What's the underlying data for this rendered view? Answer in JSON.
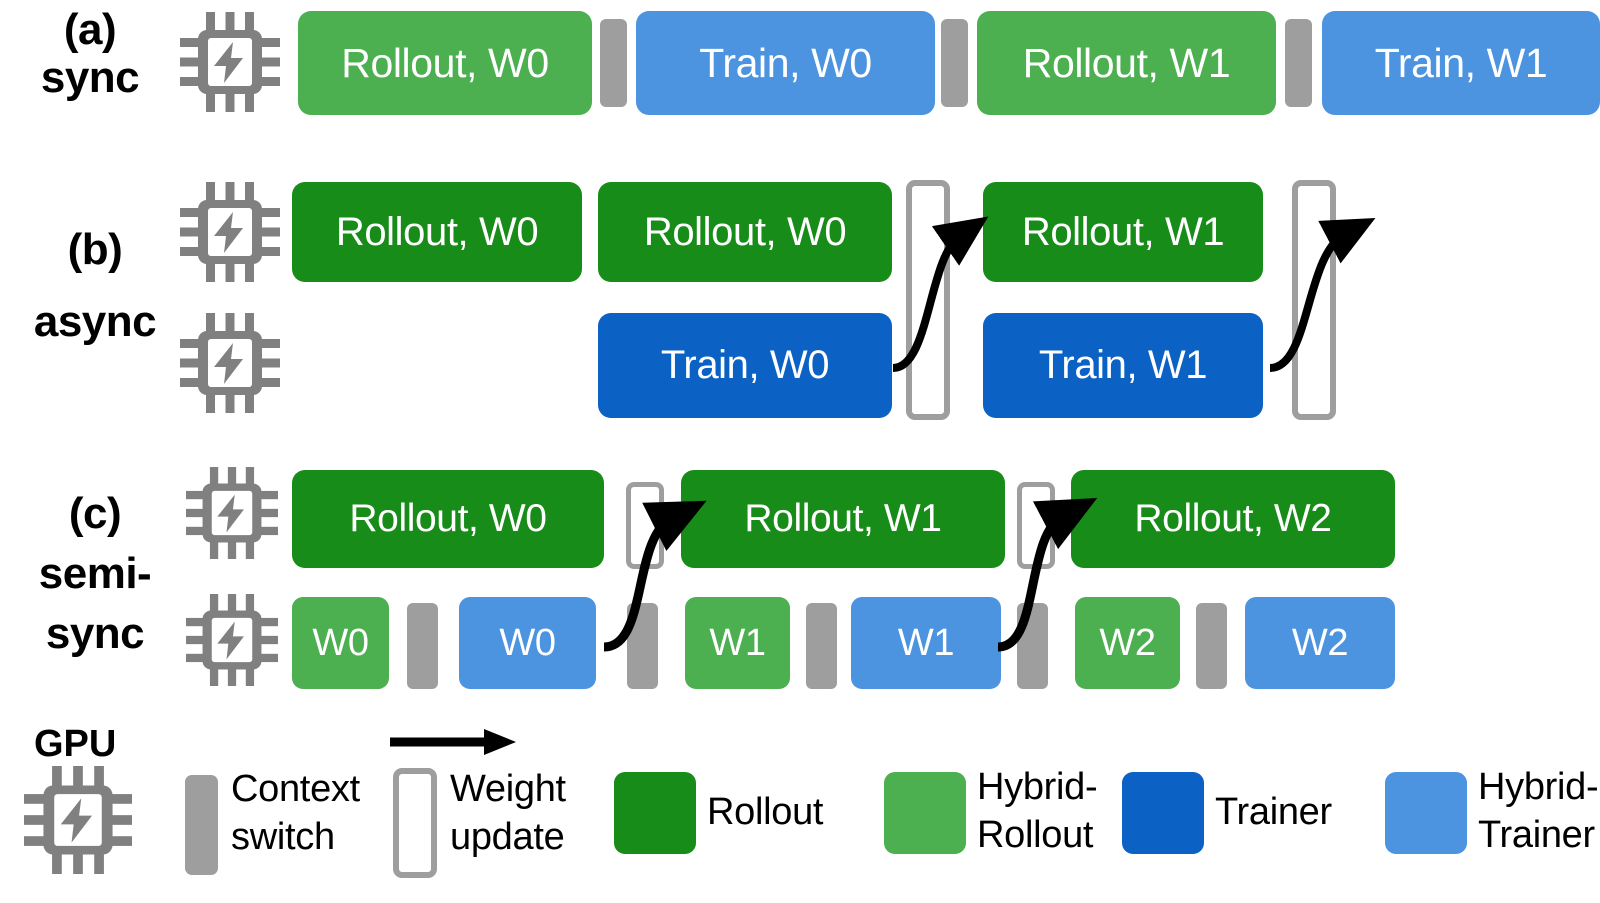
{
  "figure": {
    "type": "timeline-diagram",
    "background": "#ffffff"
  },
  "colors": {
    "rollout": "#188C18",
    "hybrid_rollout": "#4CAF50",
    "trainer": "#0B61C4",
    "hybrid_trainer": "#4D94E0",
    "context_switch": "#9E9E9E",
    "weight_update_border": "#9E9E9E",
    "weight_update_fill": "#FFFFFF",
    "chip": "#808080",
    "text_on_block": "#FFFFFF",
    "text": "#000000"
  },
  "rows": [
    {
      "id": "a",
      "tag": "(a)",
      "name": "sync",
      "lanes": [
        {
          "id": "a-lane-1",
          "items": [
            {
              "kind": "block",
              "label": "Rollout, W0",
              "color": "hybrid_rollout"
            },
            {
              "kind": "context_switch",
              "label": "Context switch"
            },
            {
              "kind": "block",
              "label": "Train, W0",
              "color": "hybrid_trainer"
            },
            {
              "kind": "context_switch",
              "label": "Context switch"
            },
            {
              "kind": "block",
              "label": "Rollout, W1",
              "color": "hybrid_rollout"
            },
            {
              "kind": "context_switch",
              "label": "Context switch"
            },
            {
              "kind": "block",
              "label": "Train, W1",
              "color": "hybrid_trainer"
            }
          ]
        }
      ]
    },
    {
      "id": "b",
      "tag": "(b)",
      "name": "async",
      "lanes": [
        {
          "id": "b-lane-rollout",
          "items": [
            {
              "kind": "block",
              "label": "Rollout, W0",
              "color": "rollout"
            },
            {
              "kind": "block",
              "label": "Rollout, W0",
              "color": "rollout"
            },
            {
              "kind": "weight_update",
              "label": "Weight update"
            },
            {
              "kind": "block",
              "label": "Rollout, W1",
              "color": "rollout"
            },
            {
              "kind": "weight_update",
              "label": "Weight update"
            }
          ]
        },
        {
          "id": "b-lane-trainer",
          "items": [
            {
              "kind": "block",
              "label": "Train, W0",
              "color": "trainer"
            },
            {
              "kind": "block",
              "label": "Train, W1",
              "color": "trainer"
            }
          ]
        }
      ],
      "arrows": 2
    },
    {
      "id": "c",
      "tag": "(c)",
      "name": "semi-\nsync",
      "name_line1": "semi-",
      "name_line2": "sync",
      "lanes": [
        {
          "id": "c-lane-rollout",
          "items": [
            {
              "kind": "block",
              "label": "Rollout, W0",
              "color": "rollout"
            },
            {
              "kind": "weight_update",
              "label": "Weight update"
            },
            {
              "kind": "block",
              "label": "Rollout, W1",
              "color": "rollout"
            },
            {
              "kind": "weight_update",
              "label": "Weight update"
            },
            {
              "kind": "block",
              "label": "Rollout, W2",
              "color": "rollout"
            }
          ]
        },
        {
          "id": "c-lane-hybrid",
          "items": [
            {
              "kind": "block",
              "label": "W0",
              "color": "hybrid_rollout"
            },
            {
              "kind": "context_switch",
              "label": "Context switch"
            },
            {
              "kind": "block",
              "label": "W0",
              "color": "hybrid_trainer"
            },
            {
              "kind": "context_switch",
              "label": "Context switch"
            },
            {
              "kind": "block",
              "label": "W1",
              "color": "hybrid_rollout"
            },
            {
              "kind": "context_switch",
              "label": "Context switch"
            },
            {
              "kind": "block",
              "label": "W1",
              "color": "hybrid_trainer"
            },
            {
              "kind": "context_switch",
              "label": "Context switch"
            },
            {
              "kind": "block",
              "label": "W2",
              "color": "hybrid_rollout"
            },
            {
              "kind": "context_switch",
              "label": "Context switch"
            },
            {
              "kind": "block",
              "label": "W2",
              "color": "hybrid_trainer"
            }
          ]
        }
      ],
      "arrows": 2
    }
  ],
  "legend": {
    "gpu_label": "GPU",
    "entries": [
      {
        "id": "context-switch",
        "swatch": "context_switch",
        "line1": "Context",
        "line2": "switch"
      },
      {
        "id": "weight-update",
        "swatch": "weight_update",
        "line1": "Weight",
        "line2": "update"
      },
      {
        "id": "rollout",
        "swatch": "rollout",
        "line1": "Rollout",
        "line2": ""
      },
      {
        "id": "hybrid-rollout",
        "swatch": "hybrid_rollout",
        "line1": "Hybrid-",
        "line2": "Rollout"
      },
      {
        "id": "trainer",
        "swatch": "trainer",
        "line1": "Trainer",
        "line2": ""
      },
      {
        "id": "hybrid-trainer",
        "swatch": "hybrid_trainer",
        "line1": "Hybrid-",
        "line2": "Trainer"
      }
    ]
  },
  "labels": {
    "a_tag": "(a)",
    "a_name": "sync",
    "b_tag": "(b)",
    "b_name": "async",
    "c_tag": "(c)",
    "c_name1": "semi-",
    "c_name2": "sync",
    "blocks": {
      "rollout_w0": "Rollout, W0",
      "rollout_w1": "Rollout, W1",
      "rollout_w2": "Rollout, W2",
      "train_w0": "Train, W0",
      "train_w1": "Train, W1",
      "w0": "W0",
      "w1": "W1",
      "w2": "W2"
    }
  }
}
